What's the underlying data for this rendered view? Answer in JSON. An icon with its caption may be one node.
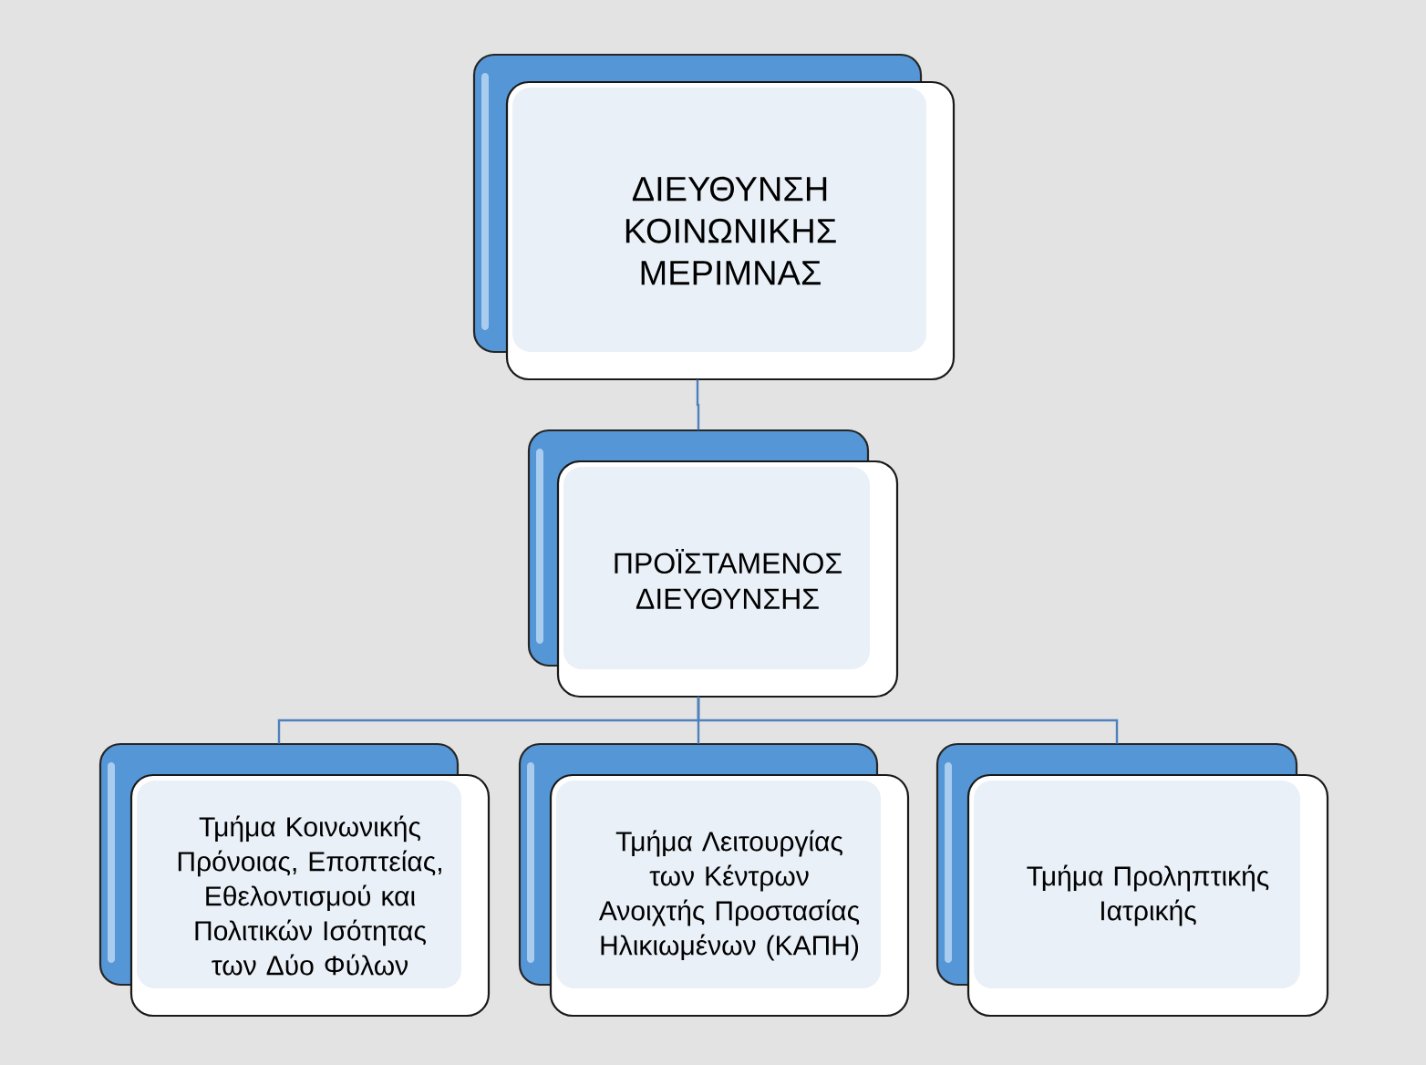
{
  "diagram": {
    "nodes": [
      {
        "text": [
          "ΔΙΕΥΘΥΝΣΗ ΚΟΙΝΩΝΙΚΗΣ ΜΕΡΙΜΝΑΣ"
        ]
      },
      {
        "text": [
          "ΠΡΟΪΣΤΑΜΕΝΟΣ ΔΙΕΥΘΥΝΣΗΣ"
        ]
      },
      {
        "text": [
          "Τμήμα Κοινωνικής Πρόνοιας, Εποπτείας, Εθελοντισμού και Πολιτικών Ισότητας των Δύο Φύλων"
        ]
      },
      {
        "text": [
          "Τμήμα Λειτουργίας των Κέντρων Ανοιχτής Προστασίας Ηλικιωμένων (ΚΑΠΗ)"
        ]
      },
      {
        "text": [
          "Τμήμα Προληπτικής Ιατρικής"
        ]
      }
    ],
    "edges": [
      {
        "from": 0,
        "to": 1,
        "arrow": "none"
      },
      {
        "from": 1,
        "to": 2,
        "arrow": "none"
      },
      {
        "from": 1,
        "to": 3,
        "arrow": "none"
      },
      {
        "from": 1,
        "to": 4,
        "arrow": "none"
      }
    ]
  }
}
